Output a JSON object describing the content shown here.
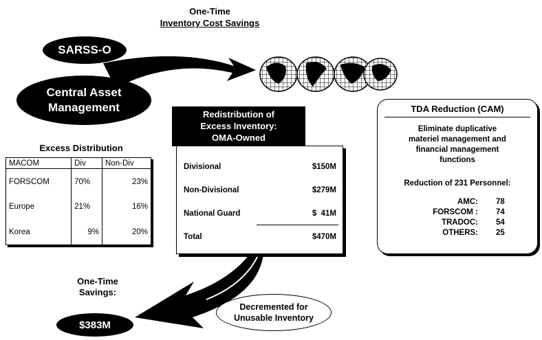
{
  "title": {
    "line1": "One-Time",
    "line2": "Inventory Cost Savings"
  },
  "ovals": {
    "sarss": "SARSS-O",
    "cam_line1": "Central Asset",
    "cam_line2": "Management"
  },
  "redistribution": {
    "heading_line1": "Redistribution of",
    "heading_line2": "Excess Inventory:",
    "heading_line3": "OMA-Owned",
    "rows": [
      {
        "label": "Divisional",
        "amount": "$150M"
      },
      {
        "label": "Non-Divisional",
        "amount": "$279M"
      },
      {
        "label": "National Guard",
        "amount": "$  41M"
      }
    ],
    "total_label": "Total",
    "total_amount": "$470M"
  },
  "excess": {
    "title": "Excess Distribution",
    "headers": [
      "MACOM",
      "Div",
      "Non-Div"
    ],
    "rows": [
      [
        "FORSCOM",
        "70%",
        "23%"
      ],
      [
        "Europe",
        "21%",
        "16%"
      ],
      [
        "Korea",
        "9%",
        "20%"
      ]
    ]
  },
  "tda": {
    "title": "TDA Reduction (CAM)",
    "desc_line1": "Eliminate duplicative",
    "desc_line2": "materiel management and",
    "desc_line3": "financial management",
    "desc_line4": "functions",
    "reduction": "Reduction of 231 Personnel:",
    "items": [
      {
        "label": "AMC:",
        "value": "78"
      },
      {
        "label": "FORSCOM :",
        "value": "74"
      },
      {
        "label": "TRADOC:",
        "value": "54"
      },
      {
        "label": "OTHERS:",
        "value": "25"
      }
    ]
  },
  "savings": {
    "line1": "One-Time",
    "line2": "Savings:",
    "amount": "$383M"
  },
  "decremented": {
    "line1": "Decremented for",
    "line2": "Unusable Inventory"
  }
}
